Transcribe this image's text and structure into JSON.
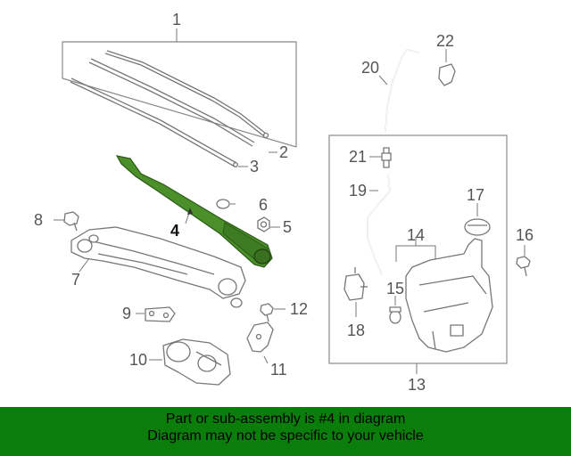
{
  "callouts": {
    "c1": "1",
    "c2": "2",
    "c3": "3",
    "c4": "4",
    "c5": "5",
    "c6": "6",
    "c7": "7",
    "c8": "8",
    "c9": "9",
    "c10": "10",
    "c11": "11",
    "c12": "12",
    "c13": "13",
    "c14": "14",
    "c15": "15",
    "c16": "16",
    "c17": "17",
    "c18": "18",
    "c19": "19",
    "c20": "20",
    "c21": "21",
    "c22": "22"
  },
  "colors": {
    "highlight": "#4a8f2a",
    "footer_bg": "#0b7d0b",
    "line": "#777777"
  },
  "footer": {
    "line1": "Part or sub-assembly is #4 in diagram",
    "line2": "Diagram may not be specific to your vehicle"
  }
}
